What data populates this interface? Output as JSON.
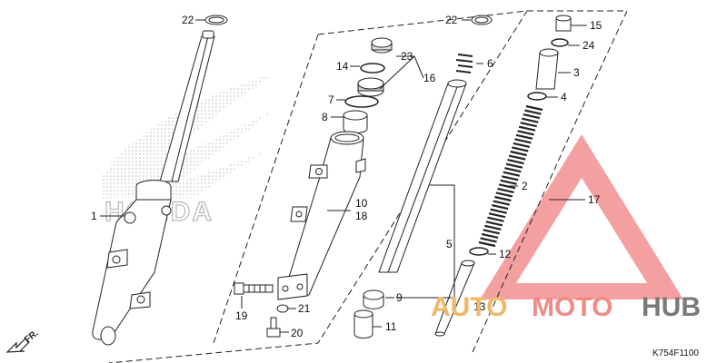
{
  "diagram": {
    "callouts": {
      "p1": "1",
      "p2": "2",
      "p3": "3",
      "p4": "4",
      "p5": "5",
      "p6": "6",
      "p7": "7",
      "p8": "8",
      "p9": "9",
      "p10": "10",
      "p11": "11",
      "p12": "12",
      "p13": "13",
      "p14": "14",
      "p15": "15",
      "p16": "16",
      "p17": "17",
      "p18": "18",
      "p19": "19",
      "p20": "20",
      "p21": "21",
      "p22a": "22",
      "p22b": "22",
      "p23": "23",
      "p24": "24"
    },
    "direction_label": "FR.",
    "diagram_code": "K754F1100"
  },
  "background_logo": {
    "text": "HONDA",
    "color": "#b8b8b8"
  },
  "watermark": {
    "word_a": "AUTO",
    "word_b": "MOTO",
    "word_c": "HUB",
    "color_a": "#f2b86a",
    "color_b": "#f08b86",
    "color_c": "#7a7a7a",
    "triangle_color": "#f06b6b"
  },
  "colors": {
    "line": "#222222",
    "part_fill": "#ffffff",
    "part_shade": "#dcdcdc"
  }
}
